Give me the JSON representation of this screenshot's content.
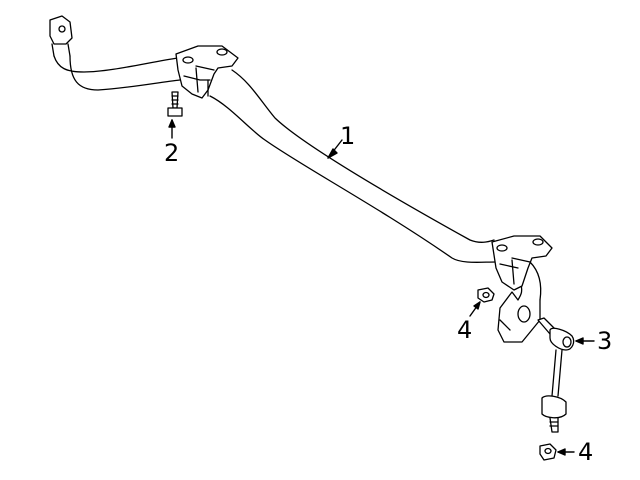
{
  "diagram": {
    "type": "parts-exploded-view",
    "subject": "stabilizer bar assembly",
    "colors": {
      "line": "#000000",
      "background": "#ffffff"
    },
    "callouts": [
      {
        "id": "c1",
        "label": "1",
        "part": "stabilizer-bar"
      },
      {
        "id": "c2",
        "label": "2",
        "part": "bushing-bracket-bolt"
      },
      {
        "id": "c3",
        "label": "3",
        "part": "stabilizer-link"
      },
      {
        "id": "c4a",
        "label": "4",
        "part": "nut-upper"
      },
      {
        "id": "c4b",
        "label": "4",
        "part": "nut-lower"
      }
    ]
  }
}
